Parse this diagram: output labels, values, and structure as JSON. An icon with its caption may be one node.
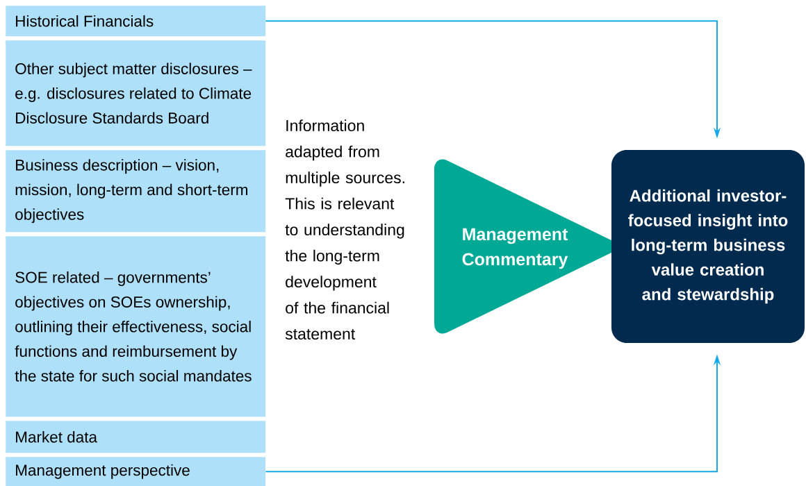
{
  "diagram": {
    "nodes": [
      {
        "text": [
          "Historical Financials"
        ]
      },
      {
        "text": [
          "Other subject matter disclosures – e.g. disclosures related to Climate Disclosure Standards Board"
        ]
      },
      {
        "text": [
          "Business description – vision, mission, long-term and short-term objectives"
        ]
      },
      {
        "text": [
          "SOE related – governments’ objectives on SOEs ownership, outlining their effectiveness, social functions and reimbursement by the state for such social mandates"
        ]
      },
      {
        "text": [
          "Market data"
        ]
      },
      {
        "text": [
          "Management perspective"
        ]
      },
      {
        "text": [
          "Management Commentary"
        ]
      },
      {
        "text": [
          "Additional investor-focused insight into long-term business value creation and stewardship"
        ]
      }
    ],
    "edges": [
      {
        "from": 0,
        "to": 7,
        "arrow": "to"
      },
      {
        "from": 5,
        "to": 7,
        "arrow": "to"
      }
    ],
    "labels": [
      "Information adapted from multiple sources. This is relevant to understanding the long-term development of the financial statement"
    ]
  }
}
